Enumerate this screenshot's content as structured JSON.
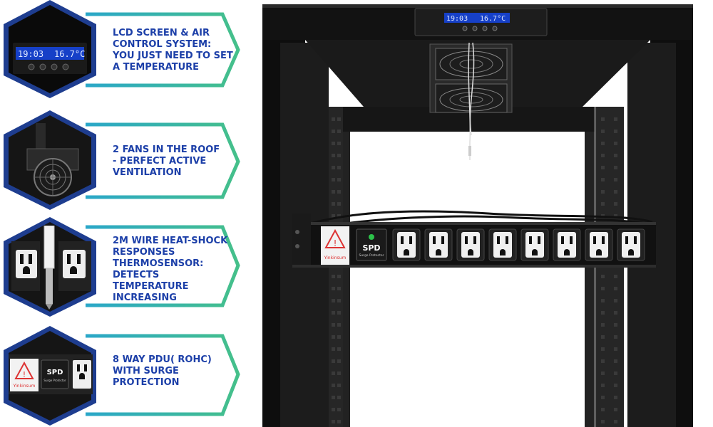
{
  "features": [
    {
      "label": "LCD SCREEN & AIR\nCONTROL SYSTEM:\nYOU JUST NEED TO SET\nA TEMPERATURE",
      "icon": "lcd-screen-icon"
    },
    {
      "label": "2 FANS IN THE ROOF\n- PERFECT ACTIVE\nVENTILATION",
      "icon": "roof-fans-icon"
    },
    {
      "label": "2M WIRE HEAT-SHOCK\nRESPONSES\nTHERMOSENSOR:\nDETECTS TEMPERATURE\nINCREASING",
      "icon": "thermosensor-icon"
    },
    {
      "label": "8 WAY PDU( ROHC)\nWITH SURGE\nPROTECTION",
      "icon": "pdu-icon"
    }
  ],
  "lcd": {
    "time": "19:03",
    "temp": "16.7",
    "unit": "°C",
    "buttons": [
      "1",
      "2",
      "3",
      "4"
    ]
  },
  "pdu": {
    "spd": "SPD",
    "spd_sub": "Surge Protector",
    "warning": "Yinkinsum",
    "outlets": 8
  },
  "colors": {
    "accent_green": "#3fb88a",
    "accent_blue": "#1c3fa8",
    "lcd_blue": "#1e63ff"
  }
}
